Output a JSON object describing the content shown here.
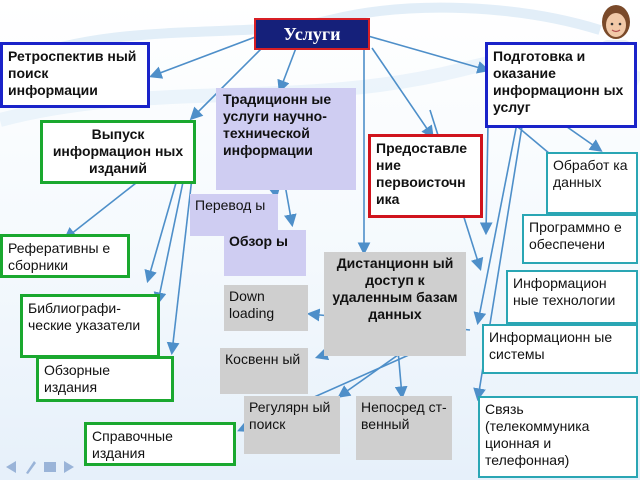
{
  "title": "Услуги",
  "nodes": {
    "retro": "Ретроспектив ный поиск информации",
    "prep": "Подготовка и оказание информационн ых услуг",
    "trad": "Традиционн ые услуги научно-технической информации",
    "vypusk": "Выпуск информацион ных изданий",
    "predost": "Предоставле ние первоисточн ика",
    "obrab": "Обработ ка данных",
    "perevody": "Перевод ы",
    "programm": "Программно е обеспечени",
    "referat": "Реферативны е сборники",
    "obzory": "Обзор ы",
    "distanc": "Дистанционн ый доступ к удаленным базам данных",
    "inftech": "Информацион ные технологии",
    "download": "Down loading",
    "bibl": "Библиографи-ческие указатели",
    "infsys": "Информационн ые системы",
    "obzornye": "Обзорные издания",
    "kosven": "Косвенн ый",
    "regul": "Регулярн ый поиск",
    "neposr": "Непосред ст-венный",
    "svyaz": "Связь (телекоммуника ционная и телефонная)",
    "sprav": "Справочные издания"
  },
  "colors": {
    "title_bg": "#15207a",
    "blue_border": "#1a23c9",
    "green_border": "#1aa82f",
    "red_border": "#d0141d",
    "lavender": "#cfcdf2",
    "grey": "#cfcfcf",
    "arrow": "#4e8fc9"
  }
}
